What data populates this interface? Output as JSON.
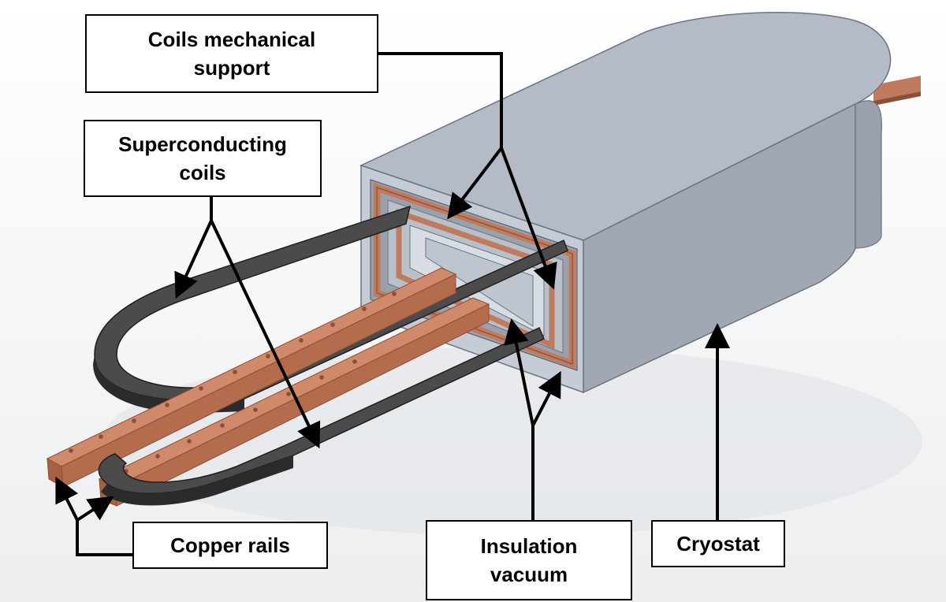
{
  "labels": {
    "coils_support": {
      "line1": "Coils mechanical",
      "line2": "support"
    },
    "sc_coils": {
      "line1": "Superconducting",
      "line2": "coils"
    },
    "copper_rails": {
      "text": "Copper rails"
    },
    "insulation_vacuum": {
      "line1": "Insulation",
      "line2": "vacuum"
    },
    "cryostat": {
      "text": "Cryostat"
    }
  },
  "colors": {
    "cryostat_top": "#b4bbc6",
    "cryostat_side": "#a3aab5",
    "cryostat_face": "#c6ccd6",
    "copper": "#c07a5c",
    "copper_dark": "#8c4e36",
    "coil": "#4b4b4b",
    "coil_dark": "#2b2b2b",
    "arrow": "#000000"
  }
}
